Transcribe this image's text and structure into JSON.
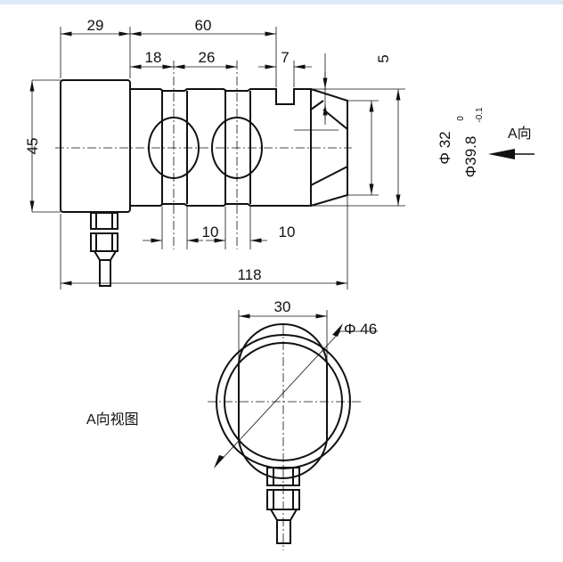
{
  "dimensions": {
    "body_length": "29",
    "bar_length": "60",
    "first_hole": "18",
    "hole_spacing": "26",
    "notch_offset": "7",
    "notch_depth": "5",
    "height": "45",
    "groove1": "10",
    "groove2": "10",
    "total_length": "118",
    "inner_dia": "Φ 32",
    "outer_dia": "Φ39.8",
    "tol_upper": "0",
    "tol_lower": "-0.1",
    "flat_width": "30",
    "diameter": "Φ 46"
  },
  "labels": {
    "direction": "A向",
    "view_title": "A向视图"
  }
}
